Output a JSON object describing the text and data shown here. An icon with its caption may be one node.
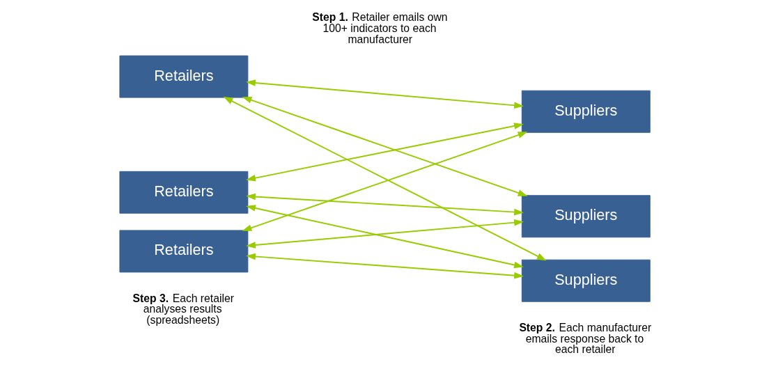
{
  "diagram": {
    "nodes": [
      {
        "text": [
          "Retailers"
        ]
      },
      {
        "text": [
          "Suppliers"
        ]
      },
      {
        "text": [
          "Retailers"
        ]
      },
      {
        "text": [
          "Suppliers"
        ]
      },
      {
        "text": [
          "Retailers"
        ]
      },
      {
        "text": [
          "Suppliers"
        ]
      }
    ],
    "edges": [
      {
        "from": 0,
        "to": 1,
        "arrow": "both"
      },
      {
        "from": 0,
        "to": 3,
        "arrow": "both"
      },
      {
        "from": 0,
        "to": 5,
        "arrow": "both"
      },
      {
        "from": 2,
        "to": 1,
        "arrow": "both"
      },
      {
        "from": 2,
        "to": 3,
        "arrow": "both"
      },
      {
        "from": 2,
        "to": 5,
        "arrow": "both"
      },
      {
        "from": 4,
        "to": 1,
        "arrow": "both"
      },
      {
        "from": 4,
        "to": 3,
        "arrow": "both"
      },
      {
        "from": 4,
        "to": 5,
        "arrow": "both"
      }
    ],
    "labels": [
      "**Step 1.** Retailer emails own 100+ indicators to each manufacturer",
      "**Step 3.** Each retailer analyses results (spreadsheets)",
      "**Step 2.** Each manufacturer emails response back to each retailer"
    ]
  }
}
